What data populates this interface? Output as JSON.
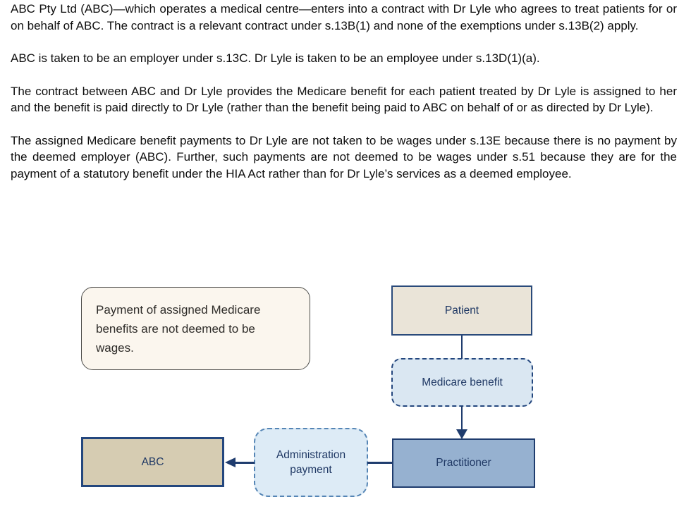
{
  "document": {
    "paragraphs": [
      "ABC Pty Ltd (ABC)—which operates a medical centre—enters into a contract with Dr Lyle who agrees to treat patients for or on behalf of ABC. The contract is a relevant contract under s.13B(1) and none of the exemptions under s.13B(2) apply.",
      "ABC is taken to be an employer under s.13C. Dr Lyle is taken to be an employee under s.13D(1)(a).",
      "The contract between ABC and Dr Lyle provides the Medicare benefit for each patient treated by Dr Lyle is assigned to her and the benefit is paid directly to Dr Lyle (rather than the benefit being paid to ABC on behalf of or as directed by Dr Lyle).",
      "The assigned Medicare benefit payments to Dr Lyle are not taken to be wages under s.13E because there is no payment by the deemed employer (ABC). Further, such payments are not deemed to be wages under s.51 because they are for the payment of a statutory benefit under the HIA Act rather than for Dr Lyle’s services as a deemed employee."
    ]
  },
  "diagram": {
    "callout": {
      "text": "Payment of assigned Medicare benefits are not deemed to be wages."
    },
    "nodes": {
      "patient": {
        "label": "Patient"
      },
      "medicare_benefit": {
        "label": "Medicare benefit"
      },
      "practitioner": {
        "label": "Practitioner"
      },
      "administration_payment": {
        "label": "Administration payment"
      },
      "abc": {
        "label": "ABC"
      }
    },
    "connectors": [
      {
        "from": "patient",
        "to": "medicare_benefit",
        "style": "plain"
      },
      {
        "from": "medicare_benefit",
        "to": "practitioner",
        "style": "arrow"
      },
      {
        "from": "practitioner",
        "to": "administration_payment",
        "style": "plain"
      },
      {
        "from": "administration_payment",
        "to": "abc",
        "style": "arrow"
      }
    ],
    "colors": {
      "navy_line": "#1f3c6e",
      "node_text": "#1f3864",
      "patient_fill": "#eae4d8",
      "abc_fill": "#d6ccb2",
      "practitioner_fill": "#96b1d0",
      "medicare_fill": "#dae7f2",
      "admin_fill": "#ddebf6",
      "admin_dash": "#5585b5",
      "medicare_dash": "#24477e",
      "callout_fill": "#fbf6ee",
      "callout_border": "#4c4c49"
    }
  }
}
